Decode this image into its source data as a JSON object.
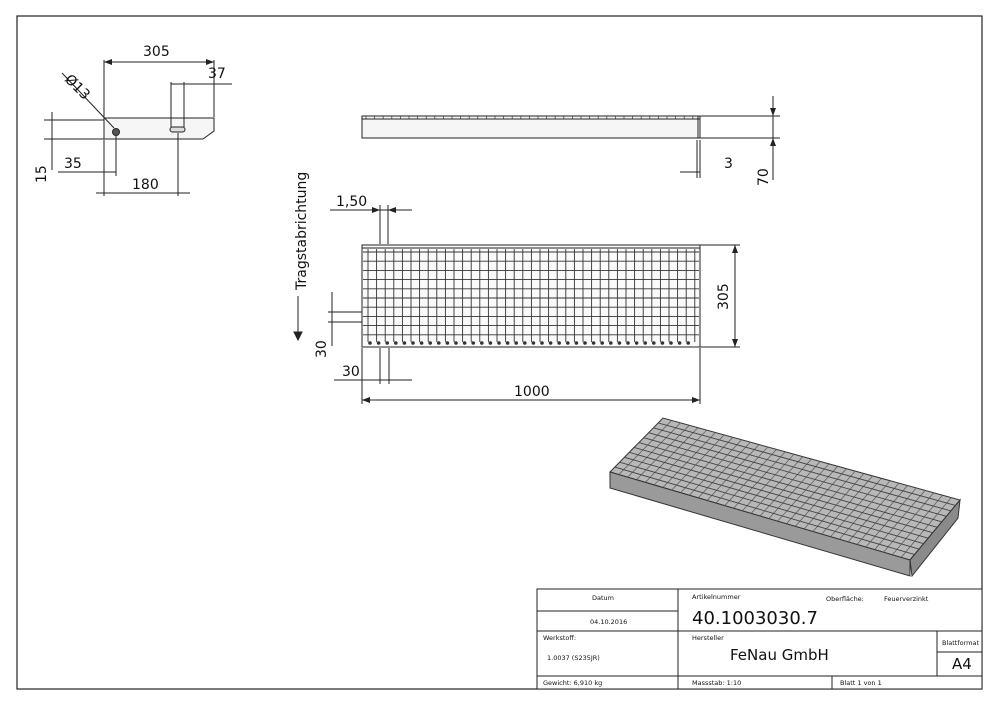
{
  "dimensions": {
    "side_width": "305",
    "slot_offset": "37",
    "hole_diameter": "Ø13",
    "hole_height": "15",
    "hole_from_edge": "35",
    "slot_distance": "180",
    "nose": "3",
    "height": "70",
    "bar_thickness": "1,50",
    "depth": "305",
    "mesh_spacing_v": "30",
    "mesh_spacing_h": "30",
    "length": "1000"
  },
  "labels": {
    "bearing_direction": "Tragstabrichtung"
  },
  "title_block": {
    "date_label": "Datum",
    "date_value": "04.10.2016",
    "article_label": "Artikelnummer",
    "article_value": "40.1003030.7",
    "surface_label": "Oberfläche:",
    "surface_value": "Feuerverzinkt",
    "material_label": "Werkstoff:",
    "material_value": "1.0037 (S235JR)",
    "manufacturer_label": "Hersteller",
    "manufacturer_value": "FeNau GmbH",
    "format_label": "Blattformat",
    "format_value": "A4",
    "weight_label": "Gewicht: 6,910 kg",
    "scale_label": "Massstab: 1:10",
    "sheet_label": "Blatt 1 von 1"
  },
  "colors": {
    "line": "#222222",
    "grating_fill": "#c8c8c8",
    "grating_dark": "#6a6a6a"
  }
}
